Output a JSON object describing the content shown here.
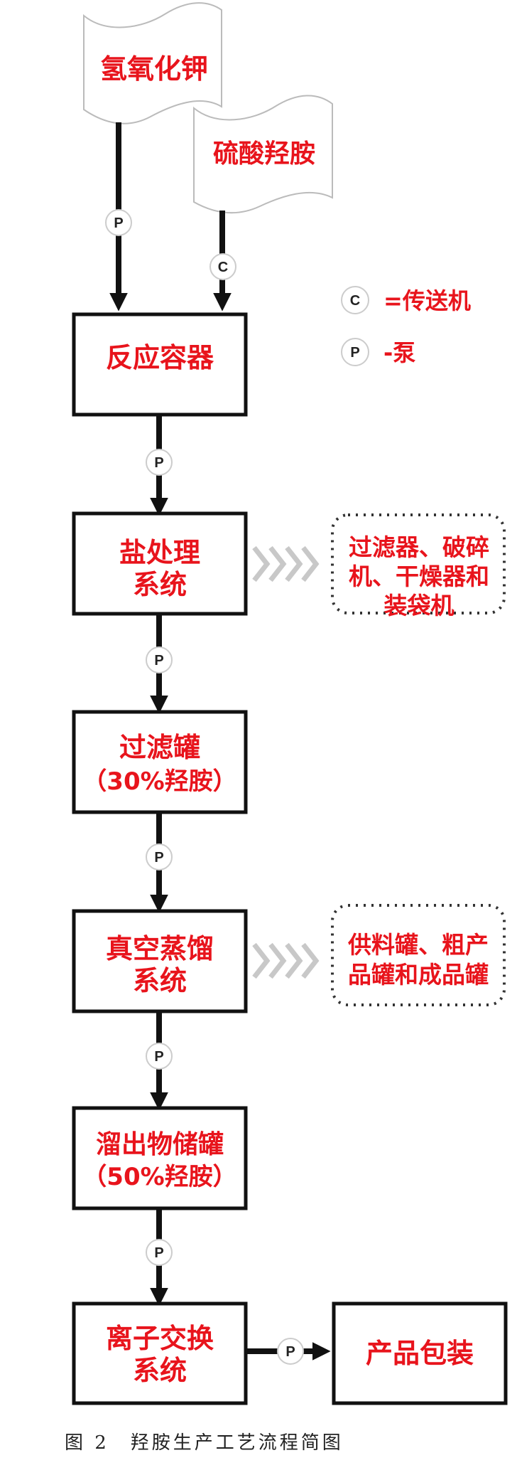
{
  "inputs": {
    "raw_material_1": "氢氧化钾",
    "raw_material_2": "硫酸羟胺"
  },
  "legend": {
    "conveyor_symbol": "C",
    "conveyor_label": "=传送机",
    "pump_symbol": "P",
    "pump_label": "-泵"
  },
  "steps": [
    {
      "lines": [
        "反应容器"
      ]
    },
    {
      "lines": [
        "盐处理",
        "系统"
      ]
    },
    {
      "lines": [
        "过滤罐",
        "（30%羟胺）"
      ]
    },
    {
      "lines": [
        "真空蒸馏",
        "系统"
      ]
    },
    {
      "lines": [
        "溜出物储罐",
        "（50%羟胺）"
      ]
    },
    {
      "lines": [
        "离子交换",
        "系统"
      ]
    },
    {
      "lines": [
        "产品包装"
      ]
    }
  ],
  "side_notes": [
    {
      "lines": [
        "过滤器、破碎",
        "机、干燥器和",
        "装袋机"
      ]
    },
    {
      "lines": [
        "供料罐、粗产",
        "品罐和成品罐"
      ]
    }
  ],
  "connectors": {
    "pump": "P",
    "conveyor": "C"
  },
  "caption": "图 2　羟胺生产工艺流程简图",
  "colors": {
    "label_red": "#e8141c",
    "line": "#111111",
    "chevron": "#c8c8c8"
  }
}
